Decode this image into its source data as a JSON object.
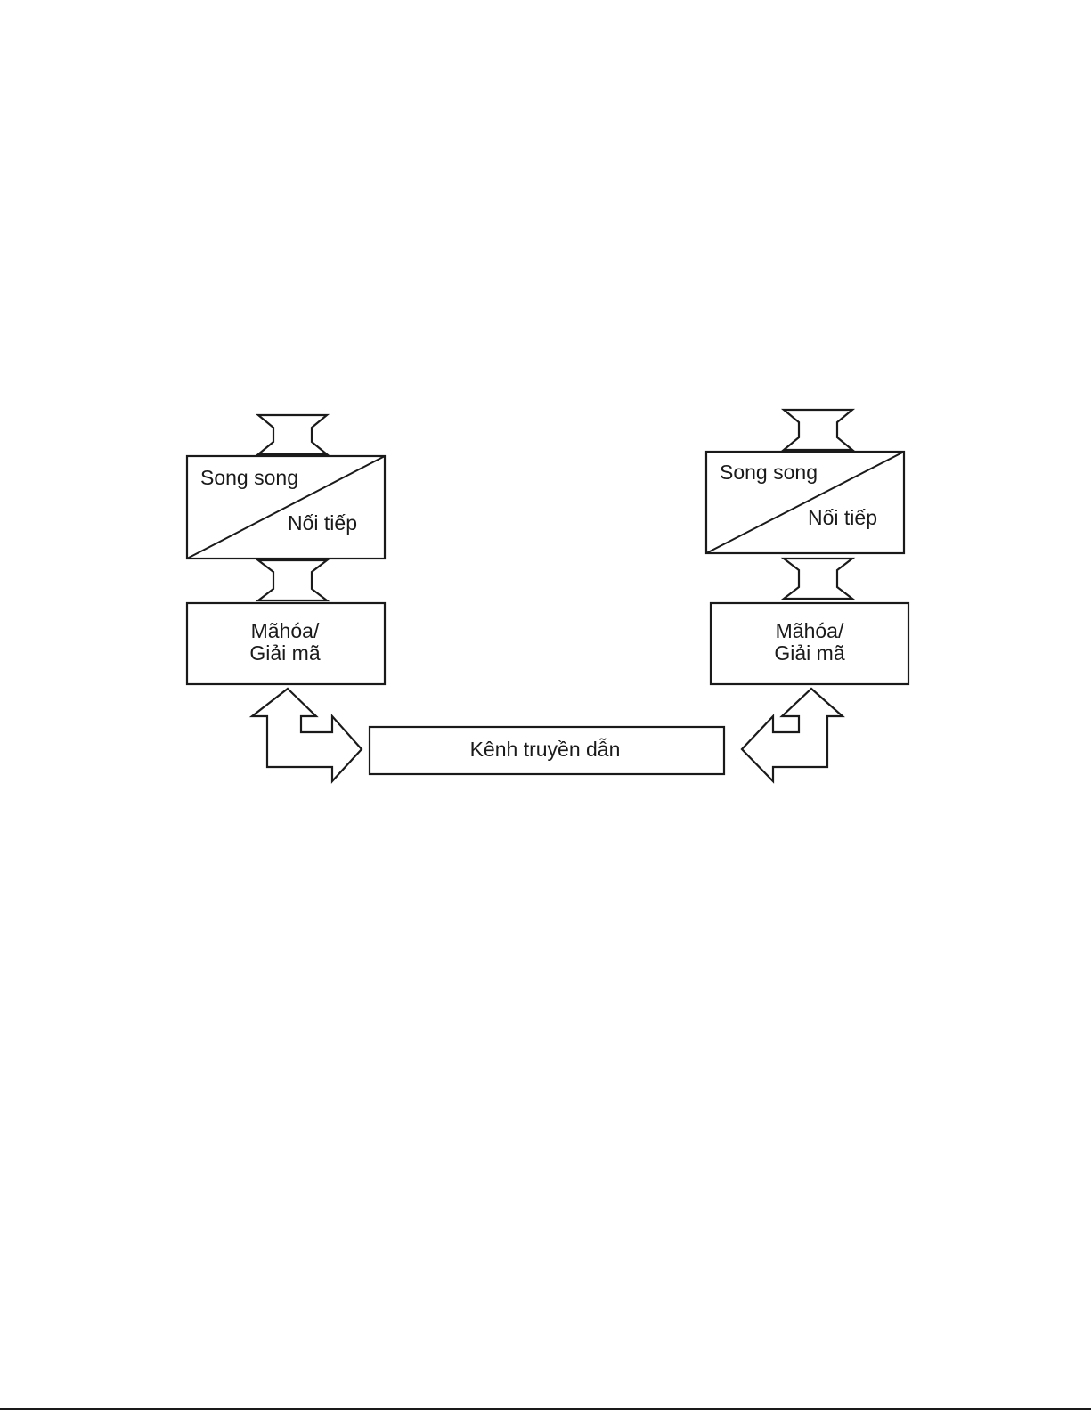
{
  "diagram": {
    "left_station": {
      "converter": {
        "parallel_label": "Song song",
        "serial_label": "Nối tiếp"
      },
      "codec": {
        "line1": "Mãhóa/",
        "line2": "Giải mã"
      }
    },
    "right_station": {
      "converter": {
        "parallel_label": "Song song",
        "serial_label": "Nối tiếp"
      },
      "codec": {
        "line1": "Mãhóa/",
        "line2": "Giải mã"
      }
    },
    "channel": {
      "label": "Kênh truyền dẫn"
    }
  },
  "colors": {
    "stroke": "#1a1a1a",
    "fill": "#ffffff"
  }
}
